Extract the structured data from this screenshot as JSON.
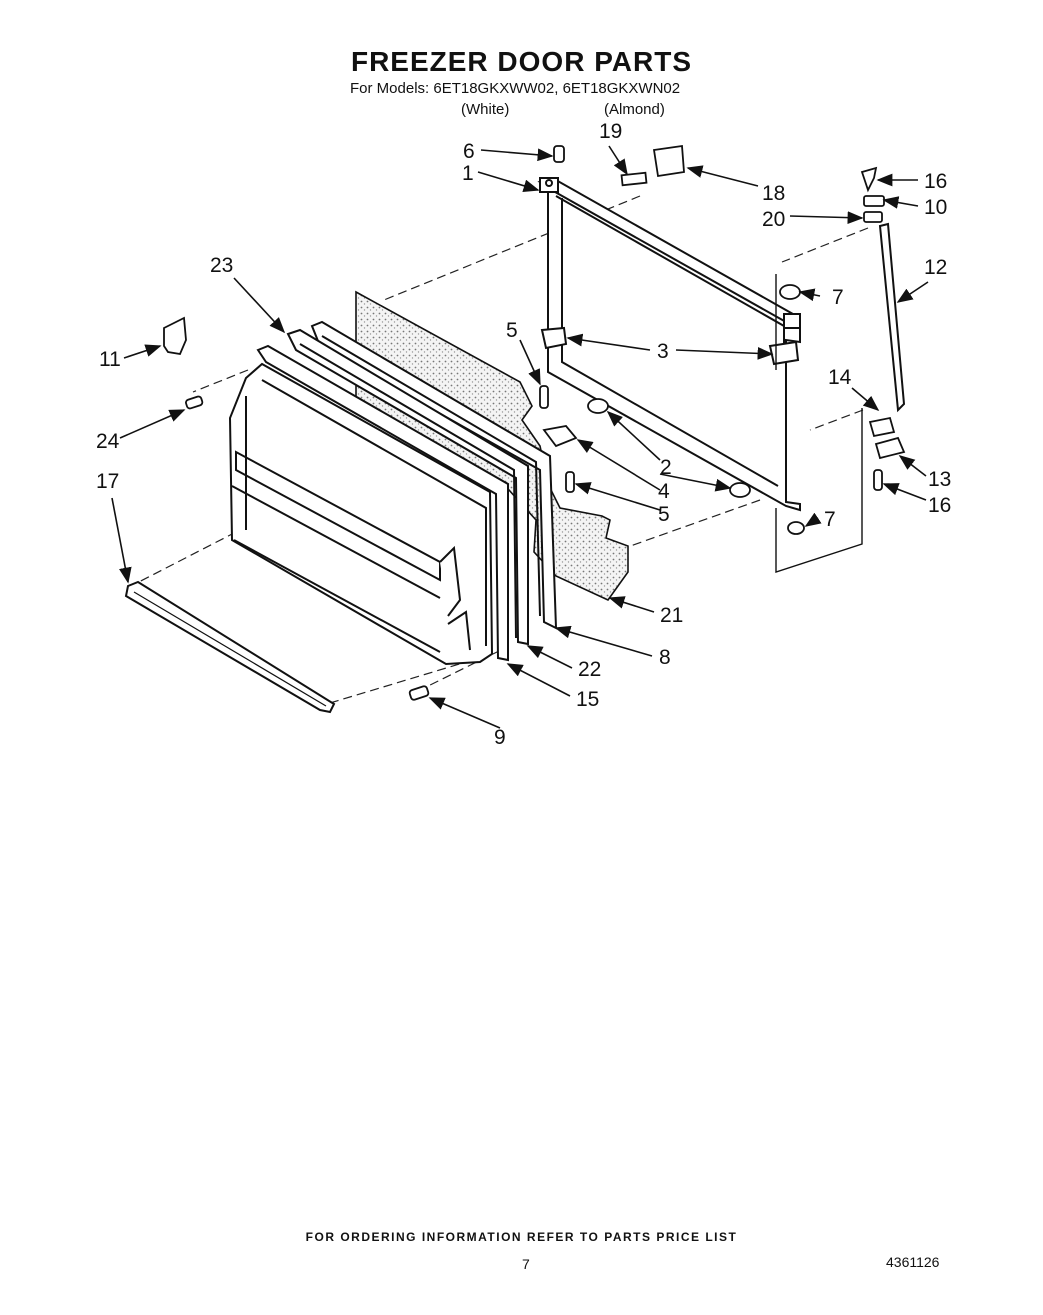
{
  "header": {
    "title": "FREEZER DOOR PARTS",
    "models_line": "For Models: 6ET18GKXWW02,  6ET18GKXWN02",
    "variant_white": "(White)",
    "variant_almond": "(Almond)"
  },
  "callouts": [
    "1",
    "2",
    "3",
    "4",
    "5",
    "5",
    "6",
    "7",
    "7",
    "8",
    "9",
    "10",
    "11",
    "12",
    "13",
    "14",
    "15",
    "16",
    "16",
    "17",
    "18",
    "19",
    "20",
    "21",
    "22",
    "23",
    "24"
  ],
  "footer": {
    "ordering_note": "FOR ORDERING INFORMATION REFER TO PARTS PRICE LIST",
    "page_number": "7",
    "doc_number": "4361126"
  }
}
